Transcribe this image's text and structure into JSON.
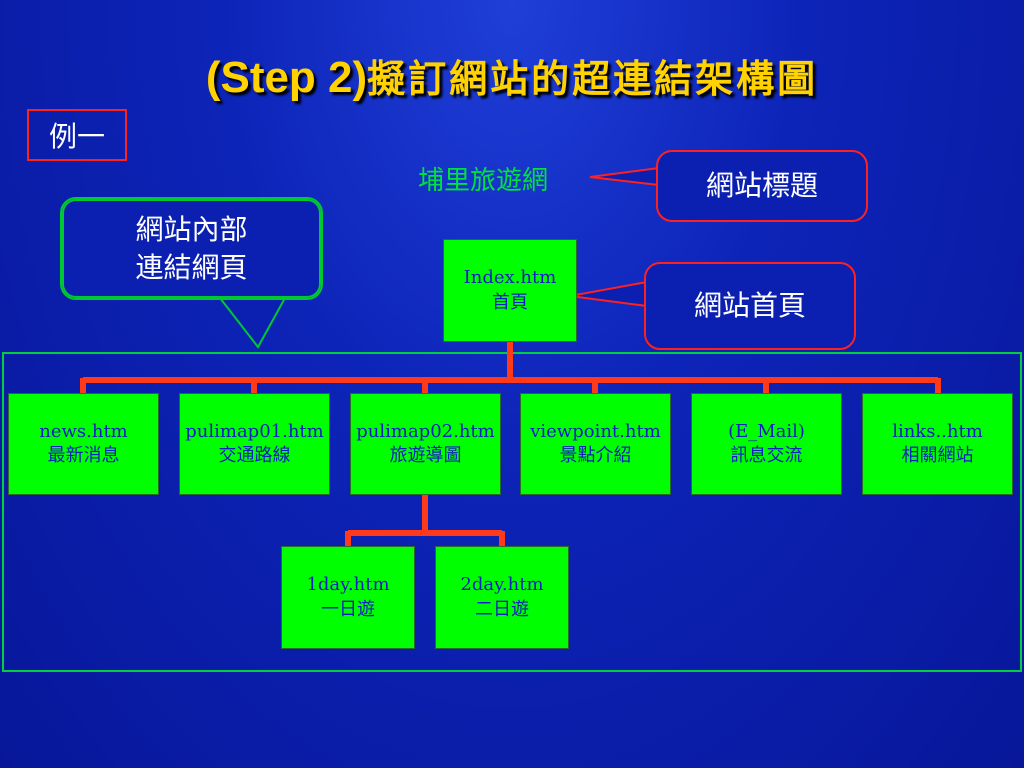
{
  "title": {
    "step": "(Step 2)",
    "text": "擬訂網站的超連結架構圖"
  },
  "example_label": "例一",
  "site_name": "埔里旅遊網",
  "callouts": {
    "site_title": "網站標題",
    "homepage": "網站首頁",
    "internal_line1": "網站內部",
    "internal_line2": "連結網頁"
  },
  "root": {
    "file": "Index.htm",
    "label": "首頁"
  },
  "children": [
    {
      "file": "news.htm",
      "label": "最新消息"
    },
    {
      "file": "pulimap01.htm",
      "label": "交通路線"
    },
    {
      "file": "pulimap02.htm",
      "label": "旅遊導圖"
    },
    {
      "file": "viewpoint.htm",
      "label": "景點介紹"
    },
    {
      "file": "(E_Mail)",
      "label": "訊息交流"
    },
    {
      "file": "links..htm",
      "label": "相關網站"
    }
  ],
  "grandchildren": [
    {
      "file": "1day.htm",
      "label": "一日遊"
    },
    {
      "file": "2day.htm",
      "label": "二日遊"
    }
  ],
  "colors": {
    "node_fill": "#00ff00",
    "connector": "#ff3a1a",
    "title": "#ffd200",
    "callout_border_red": "#ff2020",
    "callout_border_green": "#00c830"
  }
}
